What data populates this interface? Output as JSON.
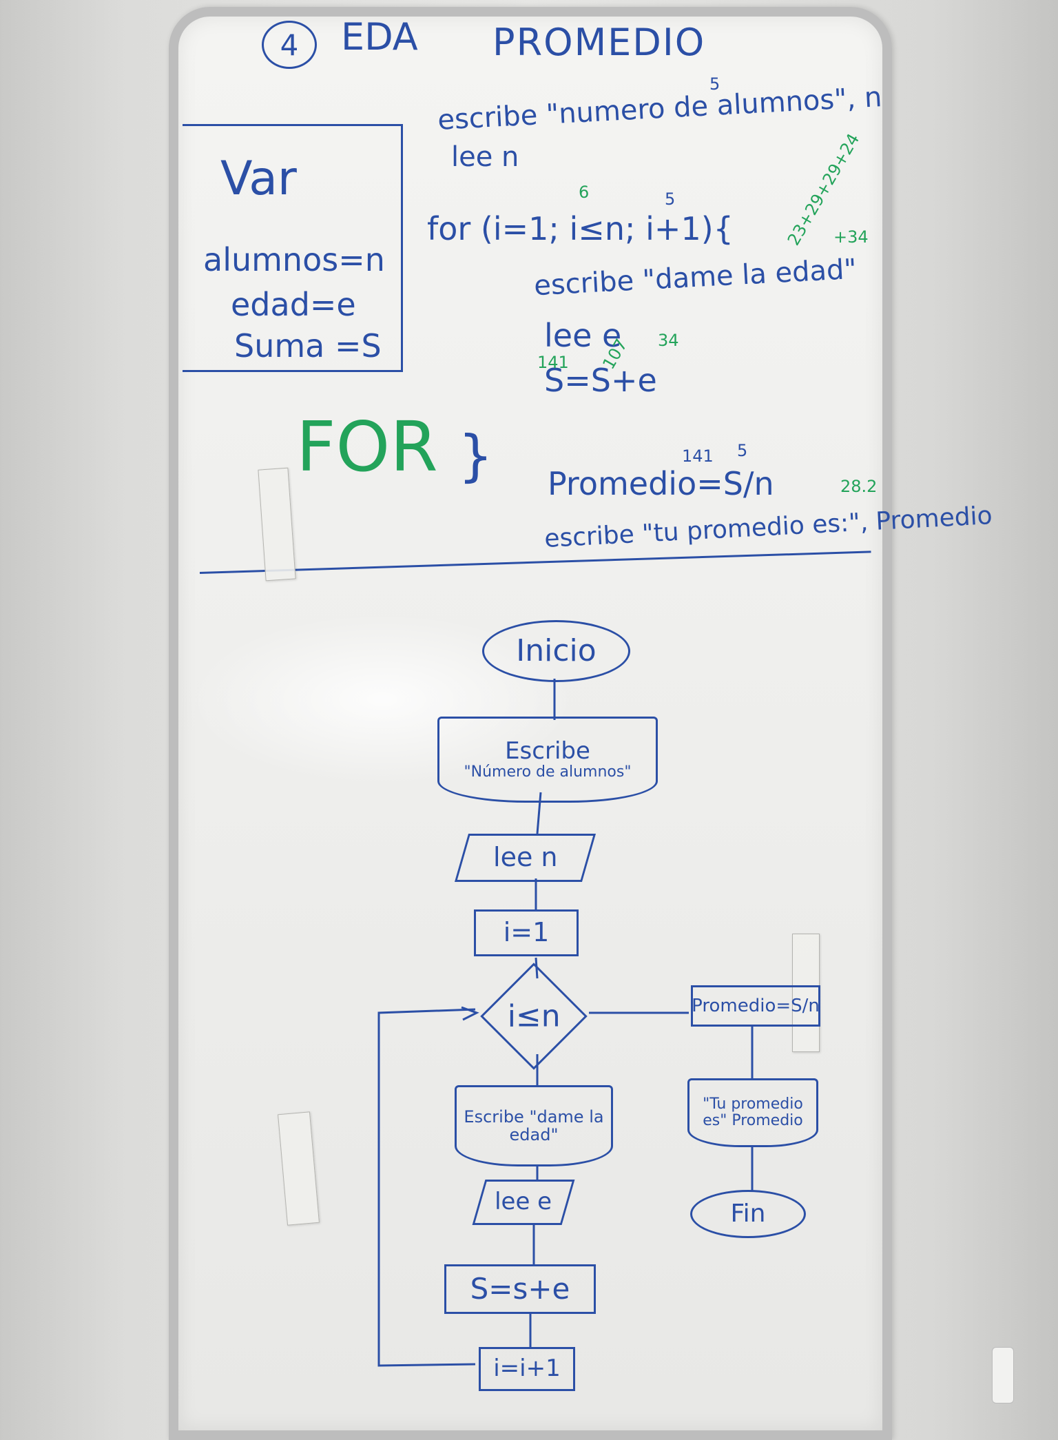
{
  "header": {
    "number": "4",
    "title_left": "EDA",
    "title_right": "PROMEDIO"
  },
  "var_box": {
    "title": "Var",
    "lines": [
      "alumnos=n",
      "edad=e",
      "Suma =S"
    ]
  },
  "pseudocode": {
    "line1": "escribe \"numero de alumnos\", n",
    "line2": "lee n",
    "line3": "for (i=1; i≤n; i+1){",
    "line4": "escribe \"dame la edad\"",
    "line5": "lee e",
    "line6": "S=S+e",
    "for_label": "FOR",
    "close_brace": "}",
    "line7": "Promedio=S/n",
    "line8": "escribe \"tu promedio es:\", Promedio"
  },
  "annotations": {
    "n_value": "5",
    "i_value": "6",
    "n_value2": "5",
    "ages": "23+29+29+24",
    "ages2": "+34",
    "s_values": "141",
    "s_mid": "107",
    "e_value": "34",
    "s_final": "141",
    "n_final": "5",
    "avg": "28.2"
  },
  "flowchart": {
    "start": "Inicio",
    "write1_title": "Escribe",
    "write1_text": "\"Número de alumnos\"",
    "read_n": "lee n",
    "init_i": "i=1",
    "decision": "i≤n",
    "write2": "Escribe \"dame la edad\"",
    "read_e": "lee e",
    "sum": "S=s+e",
    "incr": "i=i+1",
    "avg": "Promedio=S/n",
    "write3": "\"Tu promedio es\" Promedio",
    "end": "Fin"
  },
  "colors": {
    "ink_blue": "#2b4fa6",
    "ink_green": "#23a35a",
    "board": "#efefed"
  }
}
